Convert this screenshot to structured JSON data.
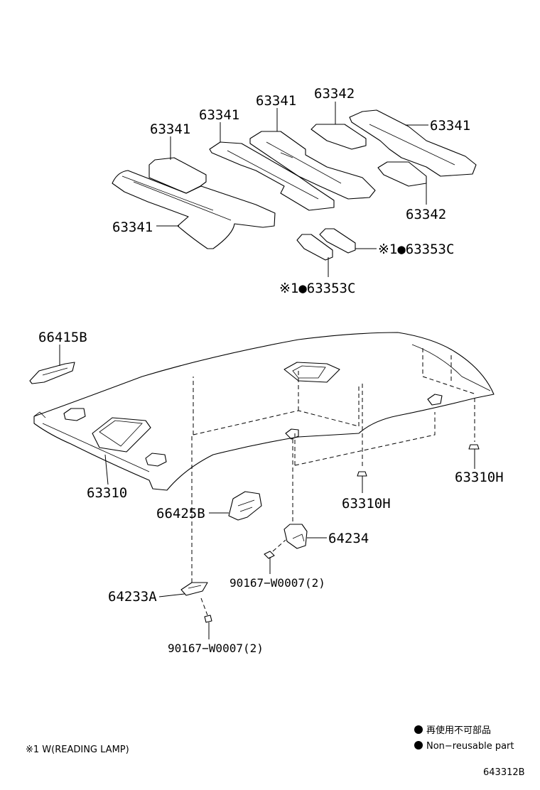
{
  "parts": {
    "p63341_a": "63341",
    "p63341_b": "63341",
    "p63341_c": "63341",
    "p63341_d": "63341",
    "p63341_e": "63341",
    "p63342_a": "63342",
    "p63342_b": "63342",
    "p63353c_a": "※1●63353C",
    "p63353c_b": "※1●63353C",
    "p66415b": "66415B",
    "p63310": "63310",
    "p66425b": "66425B",
    "p63310h_a": "63310H",
    "p63310h_b": "63310H",
    "p64234": "64234",
    "p90167_a": "90167−W0007(2)",
    "p64233a": "64233A",
    "p90167_b": "90167−W0007(2)"
  },
  "legend": {
    "jp": "再使用不可部品",
    "en": "Non−reusable part",
    "note": "※1 W(READING LAMP)"
  },
  "figure_id": "643312B"
}
